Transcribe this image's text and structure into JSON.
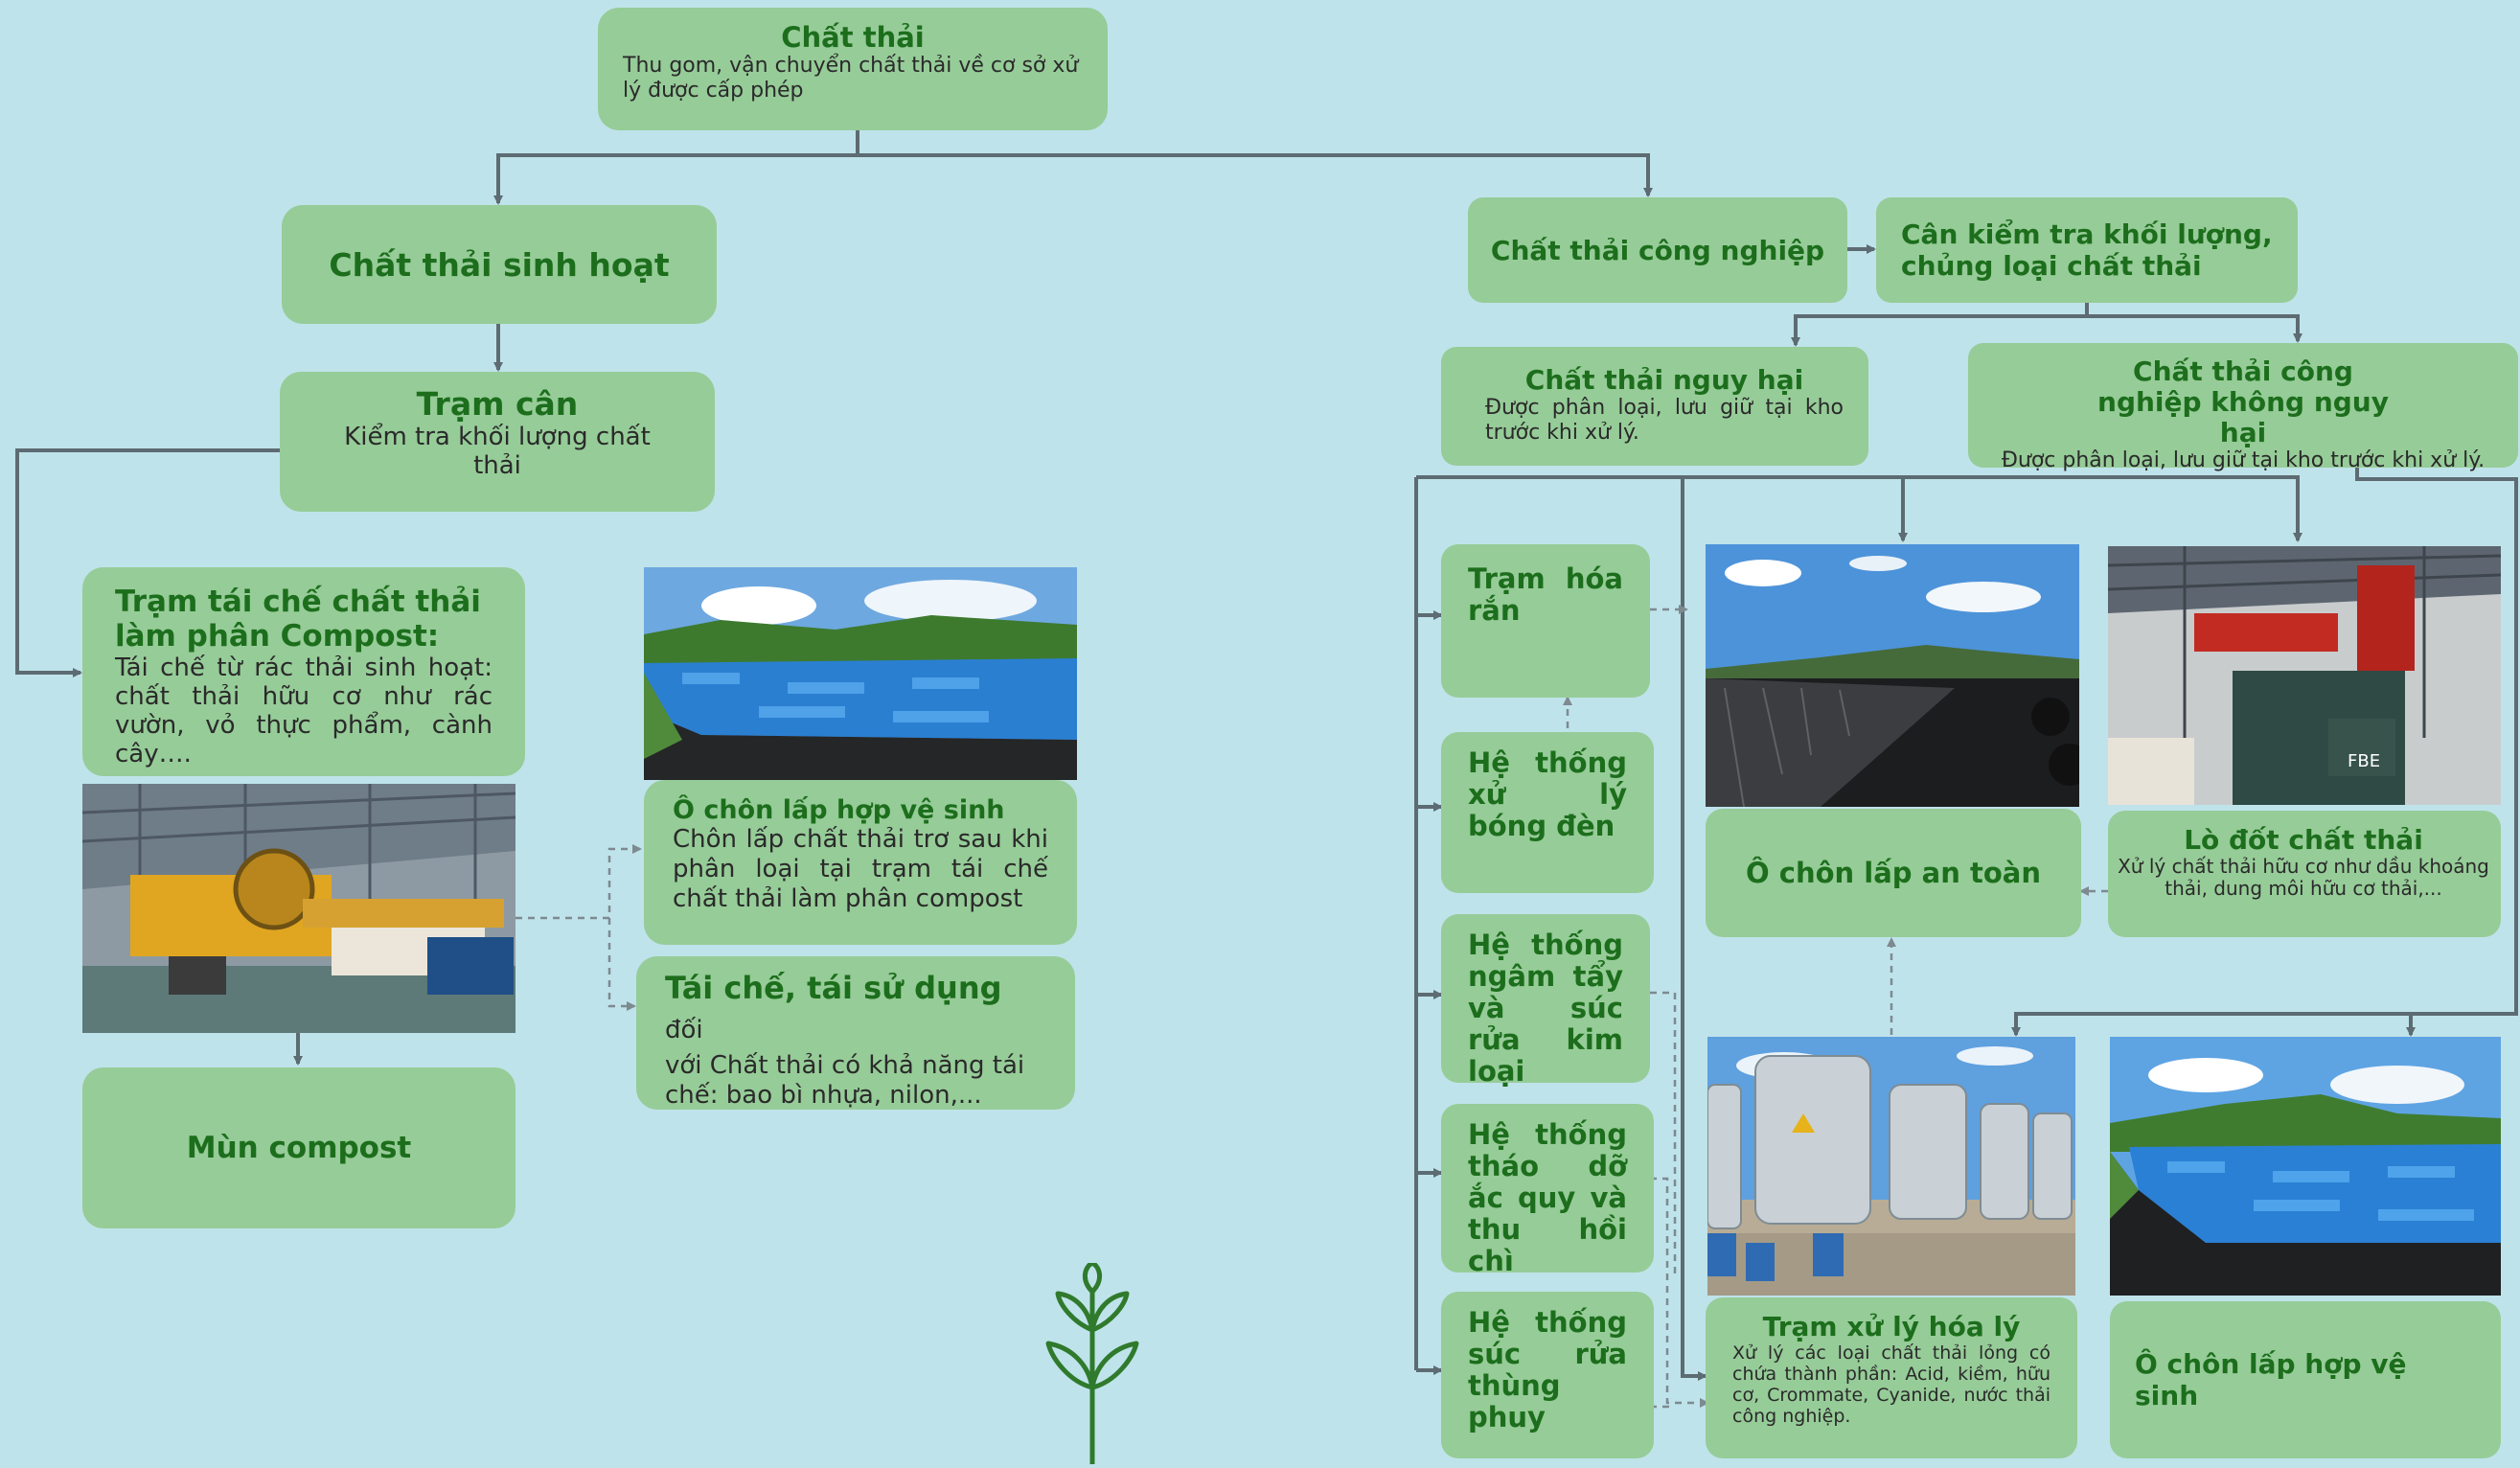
{
  "root": {
    "title": "Chất thải",
    "desc": "Thu gom, vận chuyển chất thải về cơ sở xử lý được cấp phép"
  },
  "domestic": {
    "title": "Chất thải sinh hoạt",
    "scale_station": {
      "title": "Trạm cân",
      "desc": "Kiểm tra khối lượng chất thải"
    },
    "compost_plant": {
      "title": "Trạm tái chế chất thải làm phân Compost:",
      "desc": "Tái chế từ rác thải sinh hoạt: chất thải hữu cơ như  rác vườn, vỏ thực phẩm, cành cây…."
    },
    "landfill": {
      "title": "Ô chôn lấp hợp vệ sinh",
      "desc": "Chôn lấp chất thải trơ sau khi phân loại tại trạm tái chế chất thải làm phân compost"
    },
    "recycle": {
      "title": "Tái chế, tái sử dụng",
      "title_suffix": " đối",
      "desc": "với Chất thải có khả năng tái chế: bao bì nhựa, nilon,..."
    },
    "compost_product": {
      "title": "Mùn compost"
    }
  },
  "industrial": {
    "title": "Chất thải công nghiệp",
    "weigh_check": {
      "title": "Cân kiểm tra khối lượng, chủng loại chất thải"
    },
    "hazardous": {
      "title": "Chất thải nguy hại",
      "desc": "Được phân loại, lưu giữ tại kho trước khi xử lý."
    },
    "non_hazardous": {
      "title": "Chất thải công nghiệp không nguy hại",
      "desc": "Được phân loại, lưu giữ tại kho trước khi xử lý."
    },
    "systems": [
      {
        "label": "Trạm hóa rắn"
      },
      {
        "label": "Hệ thống xử lý bóng đèn"
      },
      {
        "label": "Hệ thống ngâm tẩy và súc rửa kim loại"
      },
      {
        "label": "Hệ thống tháo dỡ ắc quy và thu hồi chì"
      },
      {
        "label": "Hệ thống súc rửa thùng phuy"
      }
    ],
    "secure_landfill": {
      "title": "Ô chôn lấp an toàn"
    },
    "incinerator": {
      "title": "Lò đốt chất thải",
      "desc": "Xử lý chất thải hữu cơ như dầu khoáng thải, dung môi hữu cơ thải,..."
    },
    "physchem": {
      "title": "Trạm xử lý hóa lý",
      "desc": "Xử lý các loại chất thải lỏng có chứa thành phần: Acid, kiềm, hữu cơ, Crommate, Cyanide, nước thải công nghiệp."
    },
    "sanitary_landfill": {
      "title": "Ô chôn lấp hợp vệ sinh"
    }
  },
  "colors": {
    "background": "#bfe3ea",
    "node_fill": "#96cc98",
    "title_green": "#1c6e1c",
    "connector": "#5d6b72"
  },
  "icons": {
    "plant": "plant-sprout-icon"
  }
}
